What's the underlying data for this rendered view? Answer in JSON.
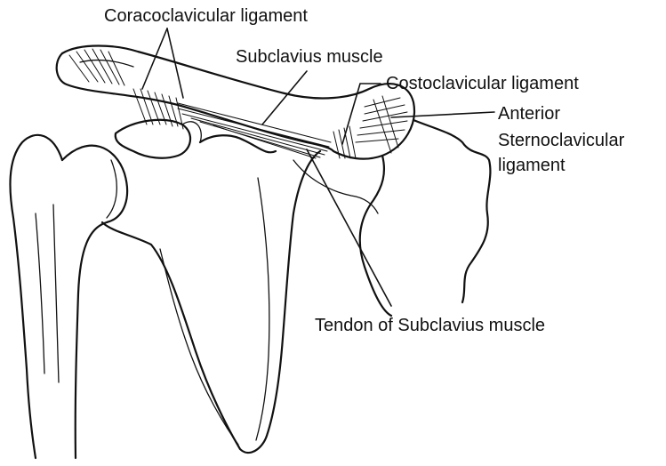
{
  "labels": {
    "coracoclavicular": "Coracoclavicular ligament",
    "subclavius": "Subclavius muscle",
    "costoclavicular": "Costoclavicular ligament",
    "anterior_sc_line1": "Anterior",
    "anterior_sc_line2": "Sternoclavicular",
    "anterior_sc_line3": "ligament",
    "tendon_subclavius": "Tendon of Subclavius muscle"
  },
  "colors": {
    "line": "#111111",
    "background": "#ffffff"
  }
}
